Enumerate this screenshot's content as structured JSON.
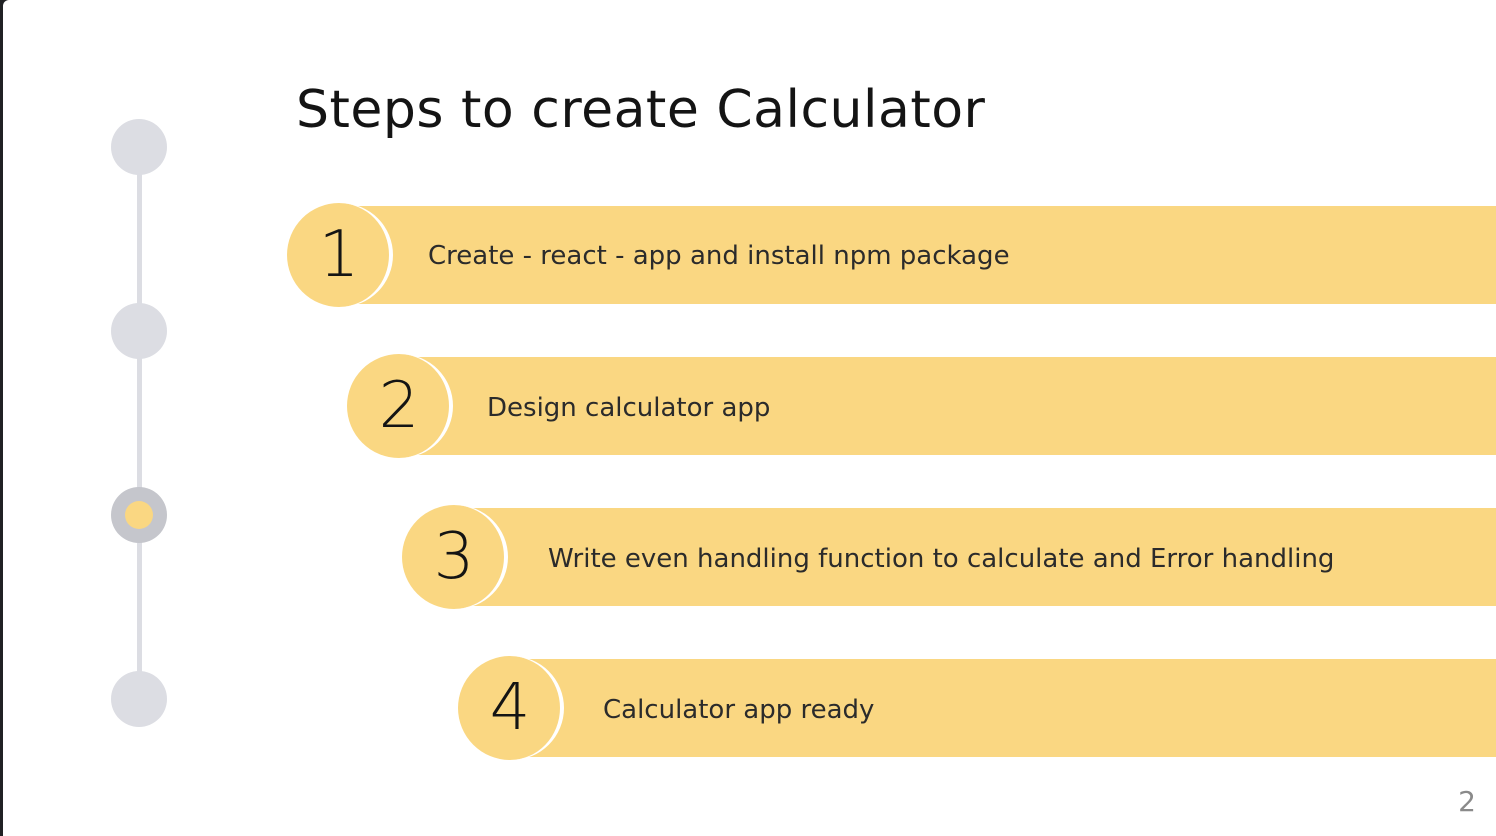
{
  "slide": {
    "title": "Steps to create Calculator",
    "page_number": "2",
    "accent_color": "#fad782",
    "timeline_color": "#dcdde3"
  },
  "timeline": {
    "active_index": 2,
    "dots": 4
  },
  "steps": [
    {
      "number": "1",
      "text": "Create - react - app and install npm package"
    },
    {
      "number": "2",
      "text": "Design calculator app"
    },
    {
      "number": "3",
      "text": "Write even handling function to calculate and Error handling"
    },
    {
      "number": "4",
      "text": "Calculator app ready"
    }
  ]
}
